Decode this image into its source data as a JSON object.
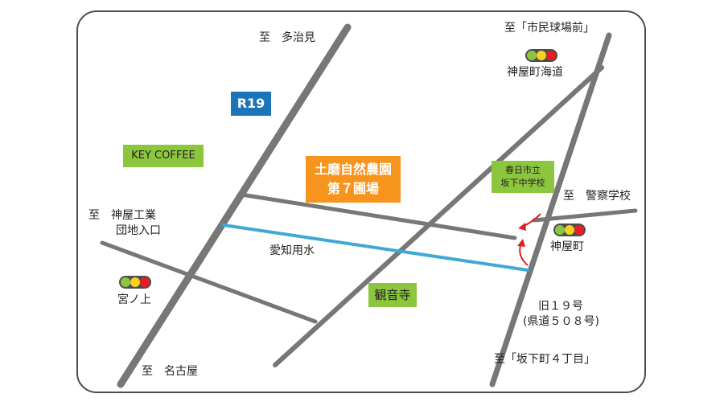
{
  "destinations": {
    "tajimi": "至　多治見",
    "shimin": "至「市民球場前」",
    "keisatsu": "至　警察学校",
    "kamiya_kogyo_1": "至　神屋工業",
    "kamiya_kogyo_2": "団地入口",
    "nagoya": "至　名古屋",
    "sakashita": "至「坂下町４丁目」"
  },
  "route": {
    "label": "R19",
    "color": "#1b75bb"
  },
  "landmarks": {
    "key_coffee": "KEY COFFEE",
    "farm_line1": "土磨自然農園",
    "farm_line2": "第７圃場",
    "school_line1": "春日市立",
    "school_line2": "坂下中学校",
    "kannonji": "観音寺",
    "aichi_water": "愛知用水"
  },
  "signals": {
    "kamiya_kaido": "神屋町海道",
    "kamiya": "神屋町",
    "miyanokami": "宮ノ上"
  },
  "old_route": {
    "line1": "旧１９号",
    "line2": "(県道５０８号)"
  },
  "colors": {
    "road": "#777777",
    "water": "#3ea9d6",
    "farm": "#f7941d",
    "landmark_green": "#8cc63f",
    "arrow": "#e02020",
    "border": "#4d4d4d"
  },
  "traffic_light_colors": [
    "#8cc63f",
    "#f6d21e",
    "#ec1c24"
  ]
}
